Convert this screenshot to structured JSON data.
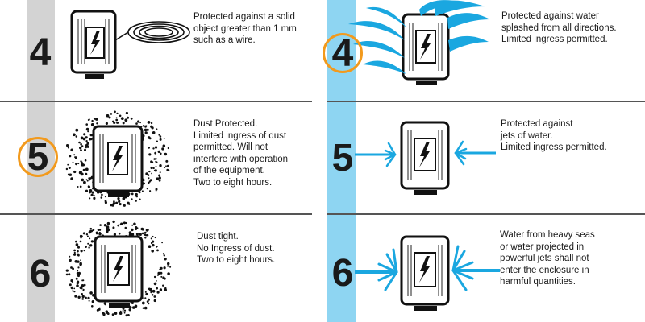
{
  "colors": {
    "solid_strip": "#d3d3d3",
    "water_strip": "#8ed5f2",
    "highlight_ring": "#f29a1d",
    "water_jet": "#1aa7e0",
    "text": "#1a1a1a"
  },
  "solids": {
    "rows": [
      {
        "digit": "4",
        "highlighted": false,
        "icon": "enclosure-with-wire-coil",
        "lines": [
          "Protected against a solid",
          "object greater than 1 mm",
          "such as a wire."
        ]
      },
      {
        "digit": "5",
        "highlighted": true,
        "icon": "enclosure-in-dust-cloud",
        "lines": [
          "Dust Protected.",
          "Limited ingress of dust",
          "permitted. Will not",
          "interfere with operation",
          "of the equipment.",
          "Two to eight hours."
        ]
      },
      {
        "digit": "6",
        "highlighted": false,
        "icon": "enclosure-in-dust-cloud",
        "lines": [
          "Dust tight.",
          "No Ingress of dust.",
          "Two to eight hours."
        ]
      }
    ]
  },
  "liquids": {
    "rows": [
      {
        "digit": "4",
        "highlighted": true,
        "icon": "enclosure-water-splash",
        "lines": [
          "Protected against water",
          "splashed from all directions.",
          "Limited ingress permitted."
        ]
      },
      {
        "digit": "5",
        "highlighted": false,
        "icon": "enclosure-water-jets",
        "lines": [
          "Protected against",
          "jets of water.",
          "Limited ingress permitted."
        ]
      },
      {
        "digit": "6",
        "highlighted": false,
        "icon": "enclosure-powerful-jets",
        "lines": [
          "Water from heavy seas",
          "or water projected in",
          "powerful jets shall not",
          "enter the enclosure in",
          "harmful quantities."
        ]
      }
    ]
  }
}
